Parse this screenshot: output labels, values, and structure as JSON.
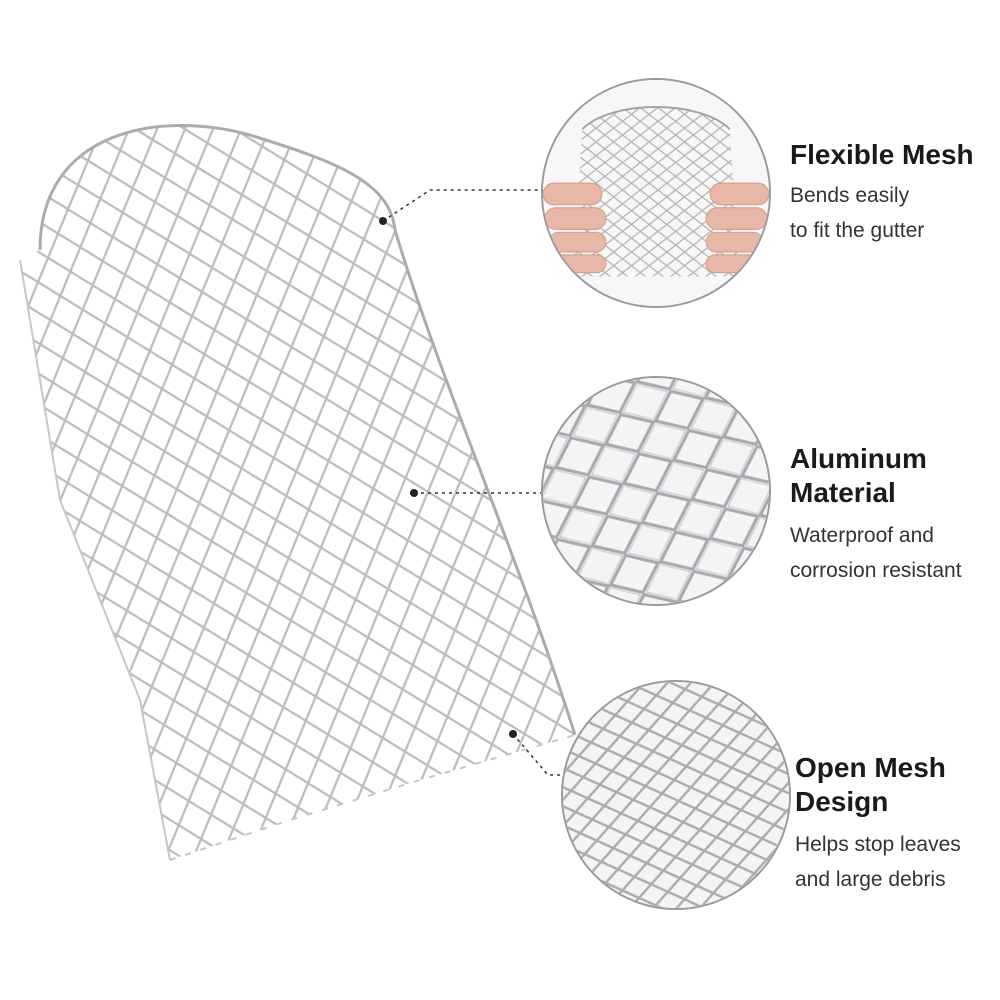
{
  "colors": {
    "background": "#ffffff",
    "mesh_wire": "#b9bcc0",
    "leader_line": "#333333",
    "circle_border": "#9a9a9a",
    "title_text": "#1a1a1a",
    "desc_text": "#333333"
  },
  "features": [
    {
      "title": "Flexible Mesh",
      "desc_lines": [
        "Bends easily",
        "to fit the gutter"
      ]
    },
    {
      "title_lines": [
        "Aluminum",
        "Material"
      ],
      "desc_lines": [
        "Waterproof and",
        "corrosion resistant"
      ]
    },
    {
      "title_lines": [
        "Open Mesh",
        "Design"
      ],
      "desc_lines": [
        "Helps stop leaves",
        "and large debris"
      ]
    }
  ]
}
